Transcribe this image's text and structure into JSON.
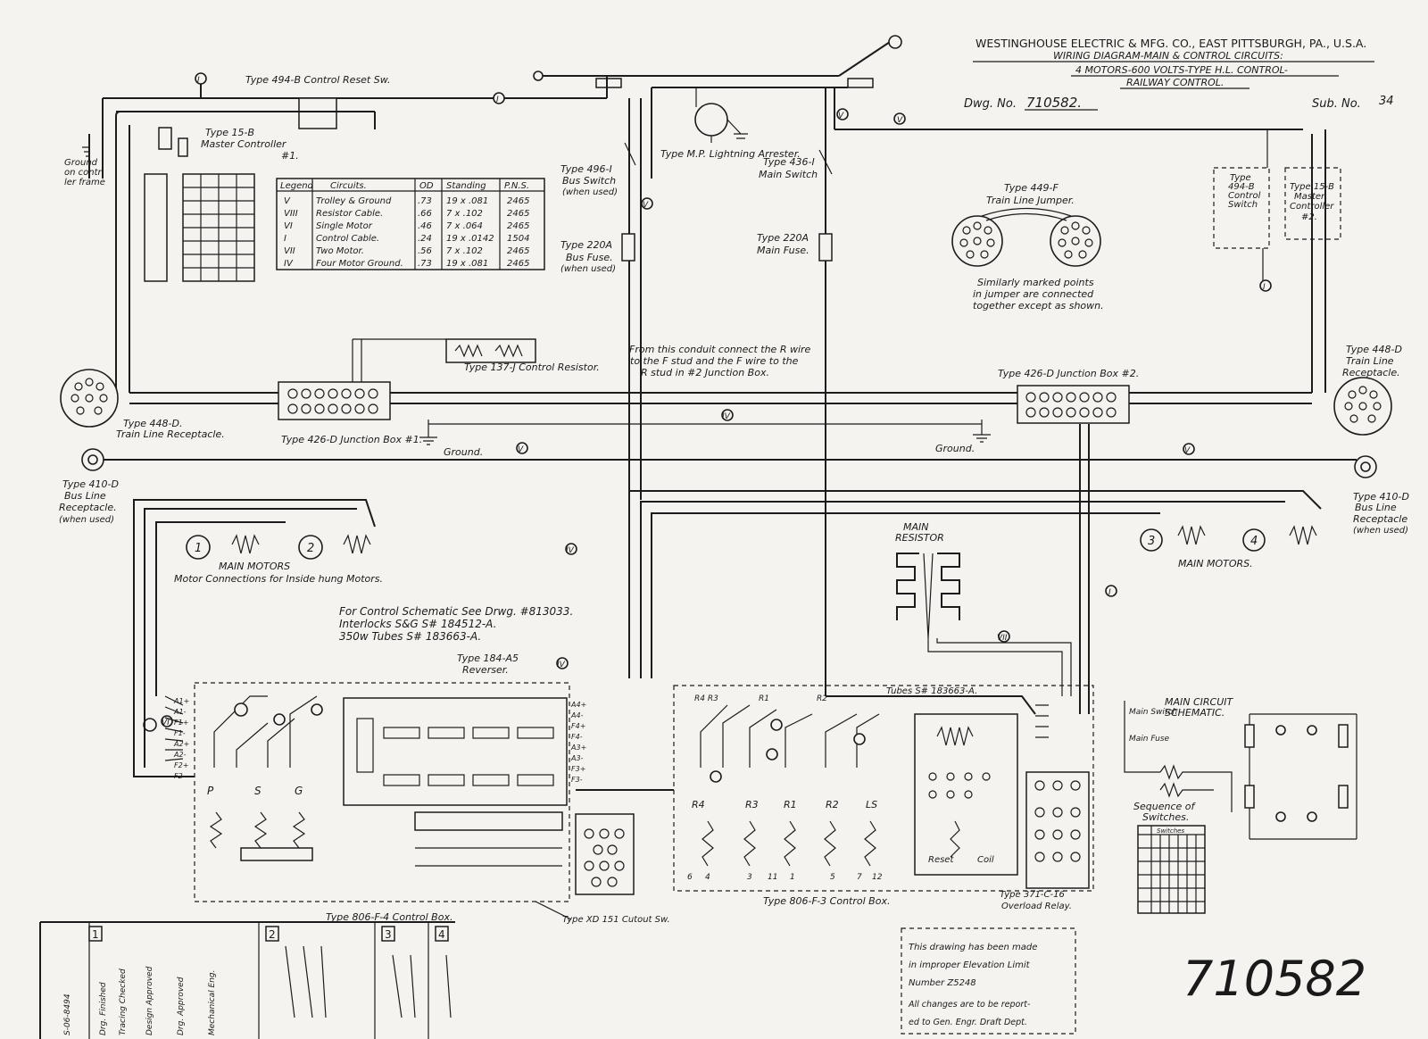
{
  "header": {
    "company": "WESTINGHOUSE ELECTRIC & MFG. CO., EAST PITTSBURGH, PA., U.S.A.",
    "title_line1": "WIRING DIAGRAM-MAIN & CONTROL CIRCUITS:",
    "title_line2": "4 MOTORS-600 VOLTS-TYPE H.L. CONTROL-",
    "title_line3": "RAILWAY CONTROL.",
    "dwg_label": "Dwg. No.",
    "dwg_no": "710582.",
    "sub_label": "Sub. No.",
    "sub_no": "34"
  },
  "big_number": "710582",
  "legend_table": {
    "headers": [
      "Legend",
      "Circuits.",
      "OD",
      "Standing",
      "P.N.S."
    ],
    "rows": [
      [
        "V",
        "Trolley & Ground",
        ".73",
        "19 x .081",
        "2465"
      ],
      [
        "VIII",
        "Resistor Cable.",
        ".66",
        "7 x .102",
        "2465"
      ],
      [
        "VI",
        "Single Motor",
        ".46",
        "7 x .064",
        "2465"
      ],
      [
        "I",
        "Control Cable.",
        ".24",
        "19 x .0142",
        "1504"
      ],
      [
        "VII",
        "Two Motor.",
        ".56",
        "7 x .102",
        "2465"
      ],
      [
        "IV",
        "Four Motor Ground.",
        ".73",
        "19 x .081",
        "2465"
      ]
    ]
  },
  "labels": {
    "reset_sw": "Type 494-B Control Reset Sw.",
    "master1_a": "Type 15-B",
    "master1_b": "Master Controller",
    "master1_c": "#1.",
    "ground_frame_a": "Ground",
    "ground_frame_b": "on contr",
    "ground_frame_c": "ler frame",
    "lightning": "Type M.P. Lightning Arrester.",
    "bus_switch_a": "Type 496-I",
    "bus_switch_b": "Bus Switch",
    "bus_switch_c": "(when used)",
    "bus_fuse_a": "Type 220A",
    "bus_fuse_b": "Bus Fuse.",
    "bus_fuse_c": "(when used)",
    "main_switch_a": "Type 436-I",
    "main_switch_b": "Main Switch",
    "main_fuse_a": "Type 220A",
    "main_fuse_b": "Main Fuse.",
    "jumper_a": "Type 449-F",
    "jumper_b": "Train Line Jumper.",
    "jumper_note1": "Similarly marked points",
    "jumper_note2": "in jumper are connected",
    "jumper_note3": "together except as shown.",
    "reset2_a": "Type",
    "reset2_b": "494-B",
    "reset2_c": "Control",
    "reset2_d": "Switch",
    "master2_a": "Type 15-B",
    "master2_b": "Master",
    "master2_c": "Controller",
    "master2_d": "#2.",
    "receptacle_r_a": "Type 448-D",
    "receptacle_r_b": "Train Line",
    "receptacle_r_c": "Receptacle.",
    "receptacle_l_a": "Type 448-D.",
    "receptacle_l_b": "Train Line Receptacle.",
    "junction1": "Type 426-D Junction Box #1.",
    "junction2": "Type 426-D Junction Box #2.",
    "control_resistor": "Type 137-J Control Resistor.",
    "conduit_note1": "From this conduit connect the R wire",
    "conduit_note2": "to the F stud and the F wire to the",
    "conduit_note3": "R stud in #2 Junction Box.",
    "ground1": "Ground.",
    "ground2": "Ground.",
    "bus_recept_l_a": "Type 410-D",
    "bus_recept_l_b": "Bus Line",
    "bus_recept_l_c": "Receptacle.",
    "bus_recept_l_d": "(when used)",
    "bus_recept_r_a": "Type 410-D",
    "bus_recept_r_b": "Bus Line",
    "bus_recept_r_c": "Receptacle",
    "bus_recept_r_d": "(when used)",
    "main_motors_l": "MAIN MOTORS",
    "motor_conn": "Motor Connections for Inside hung Motors.",
    "main_motors_r": "MAIN MOTORS.",
    "main_resistor_a": "MAIN",
    "main_resistor_b": "RESISTOR",
    "schem_note1": "For Control Schematic See Drwg. #813033.",
    "schem_note2": "Interlocks S&G S# 184512-A.",
    "schem_note3": "350w Tubes S# 183663-A.",
    "reverser_a": "Type 184-A5",
    "reverser_b": "Reverser.",
    "tubes": "Tubes S# 183663-A.",
    "box_f4": "Type 806-F-4 Control Box.",
    "box_f3": "Type 806-F-3 Control Box.",
    "cutout": "Type XD 151 Cutout Sw.",
    "overload_a": "Type 371-C-16",
    "overload_b": "Overload Relay.",
    "reset": "Reset",
    "coil": "Coil",
    "main_circuit_a": "MAIN CIRCUIT",
    "main_circuit_b": "SCHEMATIC.",
    "main_switch_s": "Main Switch",
    "main_fuse_s": "Main Fuse",
    "sequence_a": "Sequence of",
    "sequence_b": "Switches.",
    "switches": "Switches"
  },
  "res_labels": [
    "R4",
    "R3",
    "R1",
    "R2",
    "LS"
  ],
  "res_nums": [
    "6",
    "4",
    "3",
    "11",
    "1",
    "5",
    "7",
    "12"
  ],
  "psg": [
    "P",
    "S",
    "G"
  ],
  "wire_marks": [
    "I",
    "I",
    "I",
    "V",
    "V",
    "V",
    "V",
    "V",
    "IV",
    "IV",
    "IV",
    "VII",
    "VI",
    "VI"
  ],
  "terminals_left": [
    "A1+",
    "A1-",
    "F1+",
    "F1-",
    "A2+",
    "A2-",
    "F2+",
    "F2-"
  ],
  "terminals_right": [
    "A4+",
    "A4-",
    "F4+",
    "F4-",
    "A3+",
    "A3-",
    "F3+",
    "F3-"
  ],
  "motor_numbers": [
    "1",
    "2",
    "3",
    "4"
  ],
  "revision_strip": {
    "entries": [
      "S-06-8494",
      "Drg. Finished",
      "Tracing Checked",
      "Design Approved",
      "Drg. Approved",
      "Mechanical Eng."
    ],
    "rev_numbers": [
      "1",
      "2",
      "3",
      "4"
    ]
  },
  "stamp": {
    "line1": "This drawing has been made",
    "line2": "in improper Elevation Limit",
    "line3": "Number Z5248",
    "line4": "All changes are to be report-",
    "line5": "ed to Gen. Engr. Draft Dept."
  }
}
